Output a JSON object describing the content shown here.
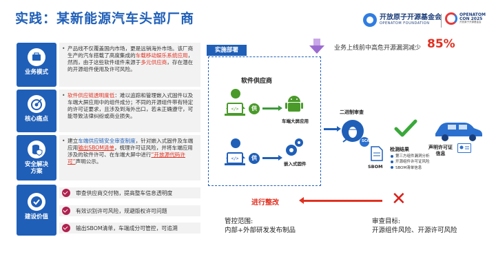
{
  "header": {
    "title": "实践：某新能源汽车头部厂商",
    "logo_left_cn": "开放原子开源基金会",
    "logo_left_en": "OPENATOM FOUNDATION",
    "logo_right_line1": "OPENATOM",
    "logo_right_line2": "CON 2025",
    "logo_right_sub": "开放原子开源基金会"
  },
  "sections": [
    {
      "label_line1": "业务模式",
      "label_line2": ""
    },
    {
      "label_line1": "核心痛点",
      "label_line2": ""
    },
    {
      "label_line1": "安全解决",
      "label_line2": "方案"
    },
    {
      "label_line1": "建设价值",
      "label_line2": ""
    }
  ],
  "business": {
    "p1": "产品线不仅覆盖国内市场，更是远销海外市场。该厂商生产的汽车搭载了高度集成的",
    "p1_red": "车载移动娱乐系统应用",
    "p1b": "，然而，由于这些软件组件来源于",
    "p1_red2": "多元供应商",
    "p1c": "，存在潜在的开源组件使用及许可风险。"
  },
  "pain": {
    "p_red": "软件供应链透明度低",
    "p": "：难以追踪和管理嵌入式固件以及车端大屏应用中的组件成分；不同的开源组件带有特定的许可证要求，且涉及到海外出口，若未正确遵守，可能导致法律纠纷或商业损失。"
  },
  "solution": {
    "p_pre": "建立",
    "p_blue": "车端供应链安全审查制度",
    "p_mid": "，针对嵌入式固件及车端应用",
    "p_red": "输出SBOM清单",
    "p_mid2": "，梳理许可证风险，并将车端应用涉及的软件许可、在车端大屏中进行",
    "p_red2": "“开放源代码许可”",
    "p_end": "声明公示。"
  },
  "values": [
    {
      "text": "审查供应商交付物，提高整车信息透明度"
    },
    {
      "text": "有效识别许可风险，规避版权许可问题"
    },
    {
      "text": "输出SBOM清单，车端成分可管控，可追溯"
    }
  ],
  "diagram": {
    "impl_tag": "实施部署",
    "risk_text": "业务上线前中高危开源漏洞减少",
    "risk_pct": "85%",
    "supplier": "软件供应商",
    "supply_badge": "供",
    "app_label": "车端大屏应用",
    "firmware_label": "嵌入式固件",
    "binary_check": "二进制审查",
    "sca": "SCA",
    "sbom": "SBOM",
    "result_title": "检测结果",
    "result_items": [
      "第三方组件漏洞分析",
      "开源组件许可证风险",
      "SBOM清单信息"
    ],
    "license_info_line1": "声明许可证",
    "license_info_line2": "信息",
    "rectify": "进行整改",
    "control_label": "管控范围:",
    "control_value": "内部+外部研发发布制品",
    "audit_label": "审查目标:",
    "audit_value": "开源组件风险、开源许可风险"
  },
  "colors": {
    "primary": "#1f5fb8",
    "accent_red": "#e03020",
    "check_purple": "#b0214f",
    "green": "#3a9a3a",
    "supplier_green": "#4a9a2a"
  }
}
